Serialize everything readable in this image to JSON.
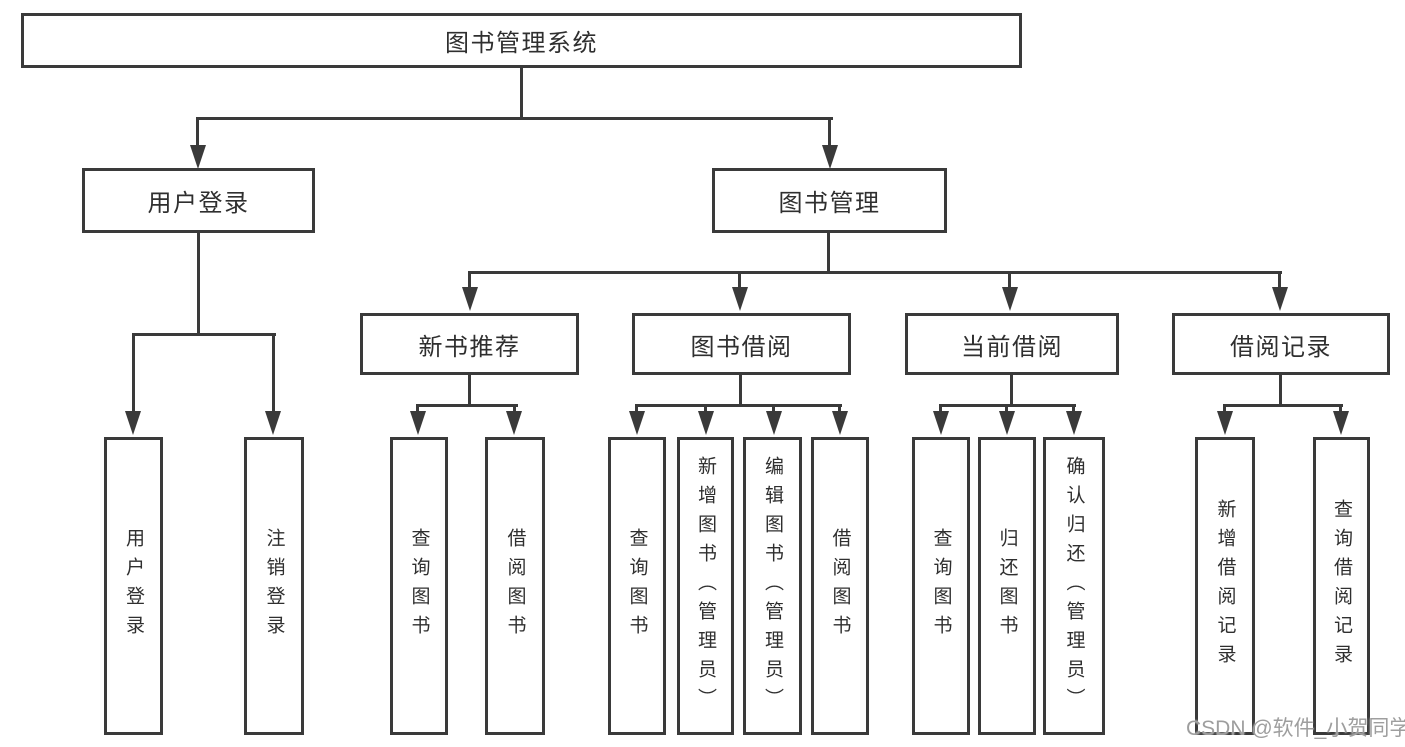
{
  "diagram": {
    "root": {
      "label": "图书管理系统"
    },
    "level2": [
      {
        "label": "用户登录"
      },
      {
        "label": "图书管理"
      }
    ],
    "level3": [
      {
        "label": "新书推荐"
      },
      {
        "label": "图书借阅"
      },
      {
        "label": "当前借阅"
      },
      {
        "label": "借阅记录"
      }
    ],
    "leaves": [
      {
        "label": "用户登录"
      },
      {
        "label": "注销登录"
      },
      {
        "label": "查询图书"
      },
      {
        "label": "借阅图书"
      },
      {
        "label": "查询图书"
      },
      {
        "label": "新增图书（管理员）"
      },
      {
        "label": "编辑图书（管理员）"
      },
      {
        "label": "借阅图书"
      },
      {
        "label": "查询图书"
      },
      {
        "label": "归还图书"
      },
      {
        "label": "确认归还（管理员）"
      },
      {
        "label": "新增借阅记录"
      },
      {
        "label": "查询借阅记录"
      }
    ]
  },
  "watermark": {
    "text": "CSDN @软件_小贺同学"
  },
  "colors": {
    "line": "#3a3a3a",
    "text": "#2f2f2f",
    "background": "#ffffff",
    "watermark": "#9e9e9e"
  }
}
